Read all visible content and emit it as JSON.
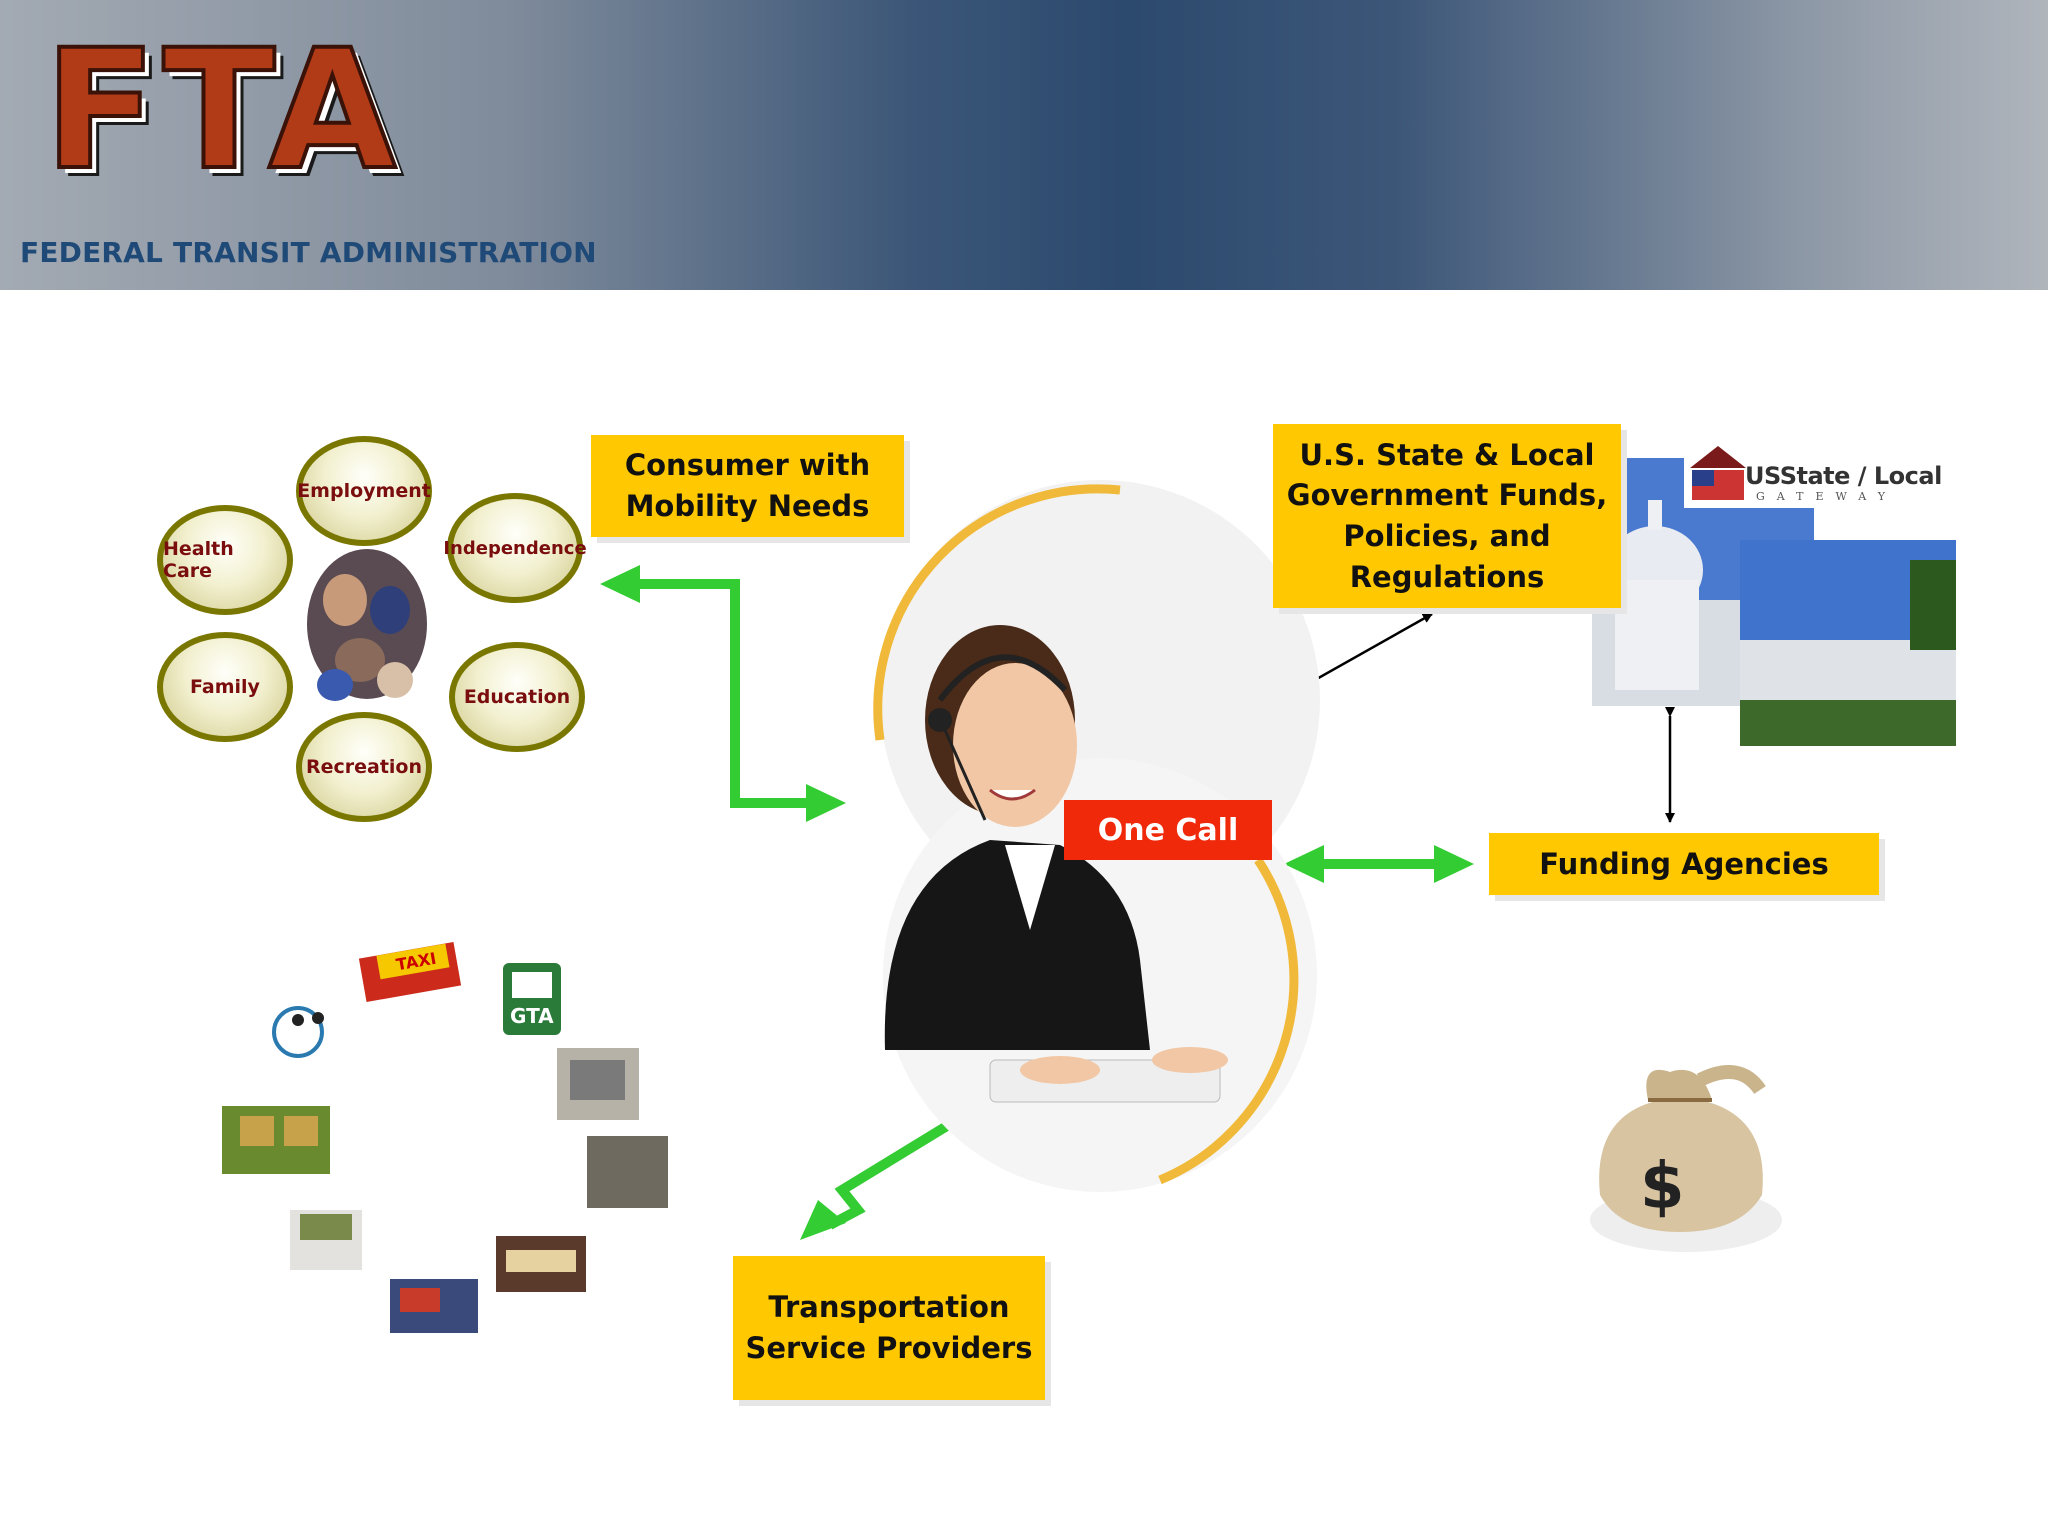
{
  "header": {
    "logo_text": "FTA",
    "agency_name": "FEDERAL TRANSIT ADMINISTRATION"
  },
  "needs_ovals": [
    "Employment",
    "Independence",
    "Education",
    "Recreation",
    "Family",
    "Health Care"
  ],
  "boxes": {
    "consumer": "Consumer with\nMobility Needs",
    "government": "U.S. State & Local\nGovernment Funds,\nPolicies, and\nRegulations",
    "funding": "Funding Agencies",
    "transport": "Transportation\nService Providers",
    "one_call": "One Call"
  },
  "images": {
    "gateway_logo": "USState / Local",
    "gateway_sub": "GATEWAY",
    "taxi_sign": "TAXI",
    "bus_sign": "GTA",
    "money_symbol": "$"
  },
  "colors": {
    "box_yellow": "#ffc800",
    "one_call_red": "#f0290a",
    "arrow_green": "#33cc33",
    "oval_border": "#7a7700"
  }
}
